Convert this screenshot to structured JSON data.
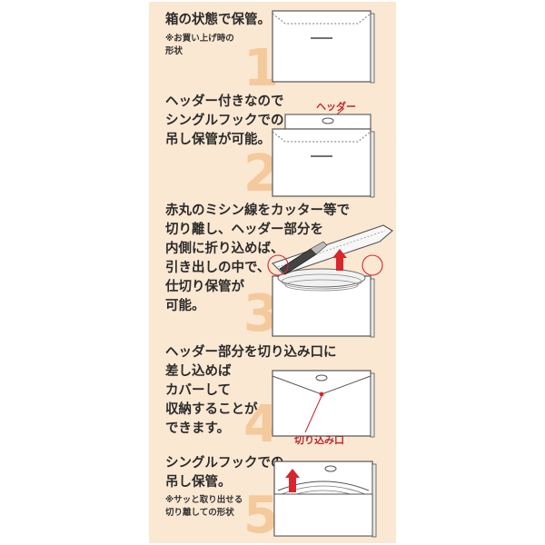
{
  "steps": [
    {
      "text": "箱の状態で保管。",
      "note": "※お買い上げ時の\n形状",
      "number": "1"
    },
    {
      "text": "ヘッダー付きなので\nシングルフックでの\n吊し保管が可能。",
      "number": "2",
      "callout": "ヘッダー"
    },
    {
      "text": "赤丸のミシン線をカッター等で\n切り離し、ヘッダー部分を\n内側に折り込めば、\n引き出しの中で、\n仕切り保管が\n可能。",
      "number": "3"
    },
    {
      "text": "ヘッダー部分を切り込み口に\n差し込めば\nカバーして\n収納することが\nできます。",
      "number": "4",
      "callout": "切り込み口"
    },
    {
      "text": "シングルフックでの\n吊し保管。",
      "note": "※サッと取り出せる\n切り離しての形状",
      "number": "5"
    }
  ],
  "colors": {
    "panel": "#fbe8d3",
    "number": "#f4c99c",
    "accent": "#c0262b"
  }
}
